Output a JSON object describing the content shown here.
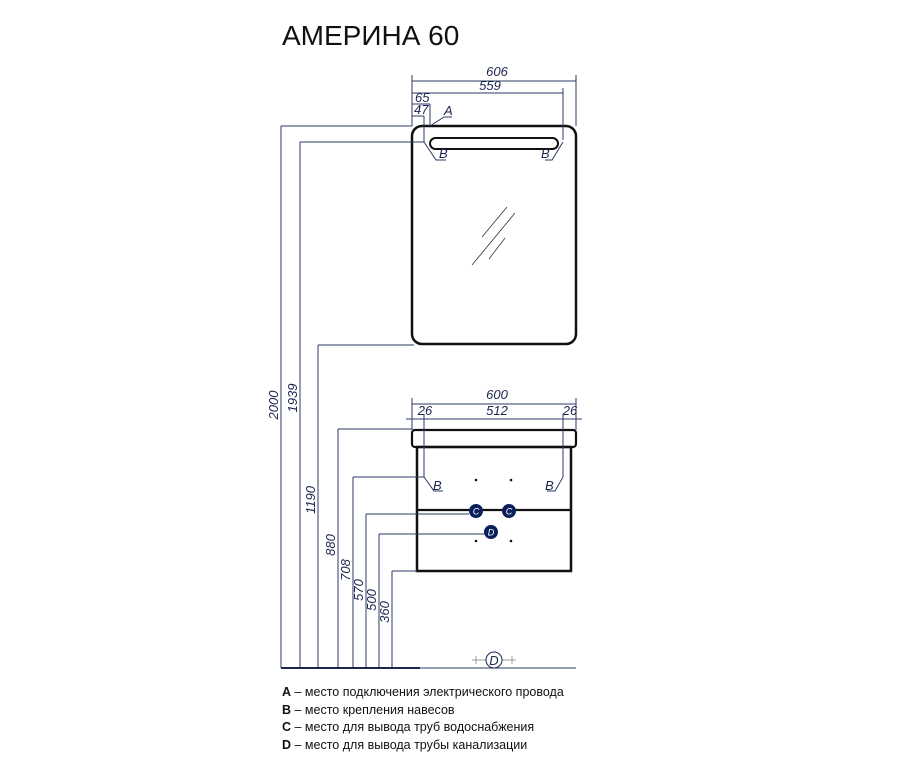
{
  "title": "АМЕРИНА 60",
  "colors": {
    "dimension": "#2c3a66",
    "marker": "#0a1f5c",
    "outline": "#111111"
  },
  "mirror": {
    "dims": {
      "total_width": "606",
      "mount_width": "559",
      "offset_65": "65",
      "offset_47": "47"
    },
    "markers": {
      "a": "A",
      "b": "B"
    }
  },
  "cabinet": {
    "dims": {
      "total_width": "600",
      "side_left": "26",
      "inner": "512",
      "side_right": "26"
    },
    "markers": {
      "b": "B",
      "c": "C",
      "d": "D"
    }
  },
  "heights": [
    "2000",
    "1939",
    "1190",
    "880",
    "708",
    "570",
    "500",
    "360"
  ],
  "floor_marker": "D",
  "legend": [
    {
      "key": "A",
      "text": " – место подключения электрического провода"
    },
    {
      "key": "B",
      "text": " – место крепления навесов"
    },
    {
      "key": "C",
      "text": " – место для вывода труб водоснабжения"
    },
    {
      "key": "D",
      "text": " – место для вывода трубы канализации"
    }
  ]
}
